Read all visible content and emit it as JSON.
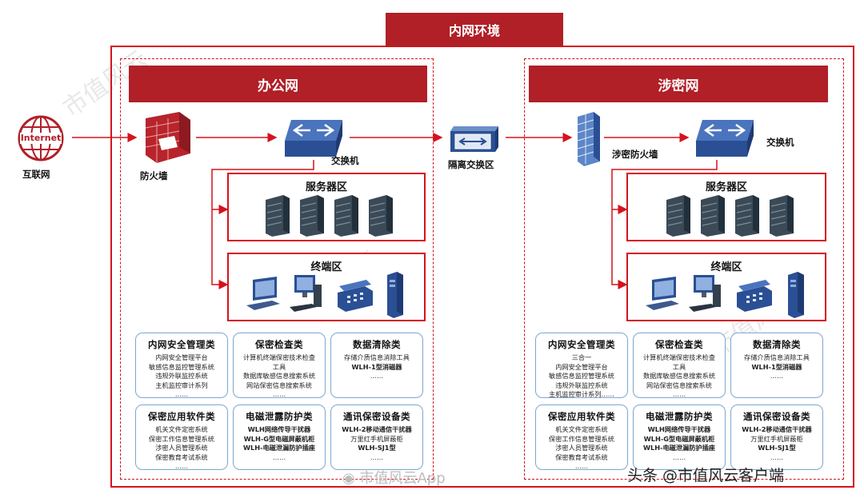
{
  "titles": {
    "intranet": "内网环境",
    "office": "办公网",
    "secret": "涉密网"
  },
  "nodes": {
    "internet_globe_text": "Internet",
    "internet": "互联网",
    "firewall": "防火墙",
    "switch_office": "交换机",
    "isolation_switch": "隔离交换区",
    "secret_firewall": "涉密防火墙",
    "switch_secret": "交换机"
  },
  "zones": {
    "office_server": "服务器区",
    "office_terminal": "终端区",
    "secret_server": "服务器区",
    "secret_terminal": "终端区"
  },
  "office_cards": [
    {
      "title": "内网安全管理类",
      "lines": [
        "内网安全管理平台",
        "敏感信息监控管理系统",
        "违规外联监控系统",
        "主机监控审计系列",
        "……"
      ]
    },
    {
      "title": "保密检查类",
      "lines": [
        "计算机终端保密技术检查",
        "工具",
        "数据库敏感信息搜索系统",
        "网站保密信息搜索系统",
        "……"
      ]
    },
    {
      "title": "数据清除类",
      "lines": [
        "存储介质信息消除工具",
        "WLH-1型消磁器",
        "……"
      ]
    },
    {
      "title": "保密应用软件类",
      "lines": [
        "机关文件定密系统",
        "保密工作信息管理系统",
        "涉密人员管理系统",
        "保密教育考试系统",
        "……"
      ]
    },
    {
      "title": "电磁泄露防护类",
      "lines": [
        "WLH网络传导干扰器",
        "WLH-G型电磁屏蔽机柜",
        "WLH-电磁泄漏防护插座",
        "……"
      ]
    },
    {
      "title": "通讯保密设备类",
      "lines": [
        "WLH-2移动通信干扰器",
        "万里红手机屏蔽柜",
        "WLH-SJ1型",
        "……"
      ]
    }
  ],
  "secret_cards": [
    {
      "title": "内网安全管理类",
      "lines": [
        "三合一",
        "内网安全管理平台",
        "敏感信息监控管理系统",
        "违规外联监控系统",
        "主机监控审计系列……"
      ]
    },
    {
      "title": "保密检查类",
      "lines": [
        "计算机终端保密技术检查",
        "工具",
        "数据库敏感信息搜索系统",
        "网站保密信息搜索系统",
        "……"
      ]
    },
    {
      "title": "数据清除类",
      "lines": [
        "存储介质信息消除工具",
        "WLH-1型消磁器",
        "……"
      ]
    },
    {
      "title": "保密应用软件类",
      "lines": [
        "机关文件定密系统",
        "保密工作信息管理系统",
        "涉密人员管理系统",
        "保密教育考试系统",
        "……"
      ]
    },
    {
      "title": "电磁泄露防护类",
      "lines": [
        "WLH网络传导干扰器",
        "WLH-G型电磁屏蔽机柜",
        "WLH-电磁泄漏防护插座",
        "……"
      ]
    },
    {
      "title": "通讯保密设备类",
      "lines": [
        "WLH-2移动通信干扰器",
        "万里红手机屏蔽柜",
        "WLH-SJ1型",
        "……"
      ]
    }
  ],
  "watermarks": {
    "center": "市值风云App",
    "brand": "头条 @市值风云客户端",
    "tile": "市值风云"
  },
  "colors": {
    "red": "#d5121d",
    "dark_red": "#b11f27",
    "card_border": "#7fa6cf"
  }
}
